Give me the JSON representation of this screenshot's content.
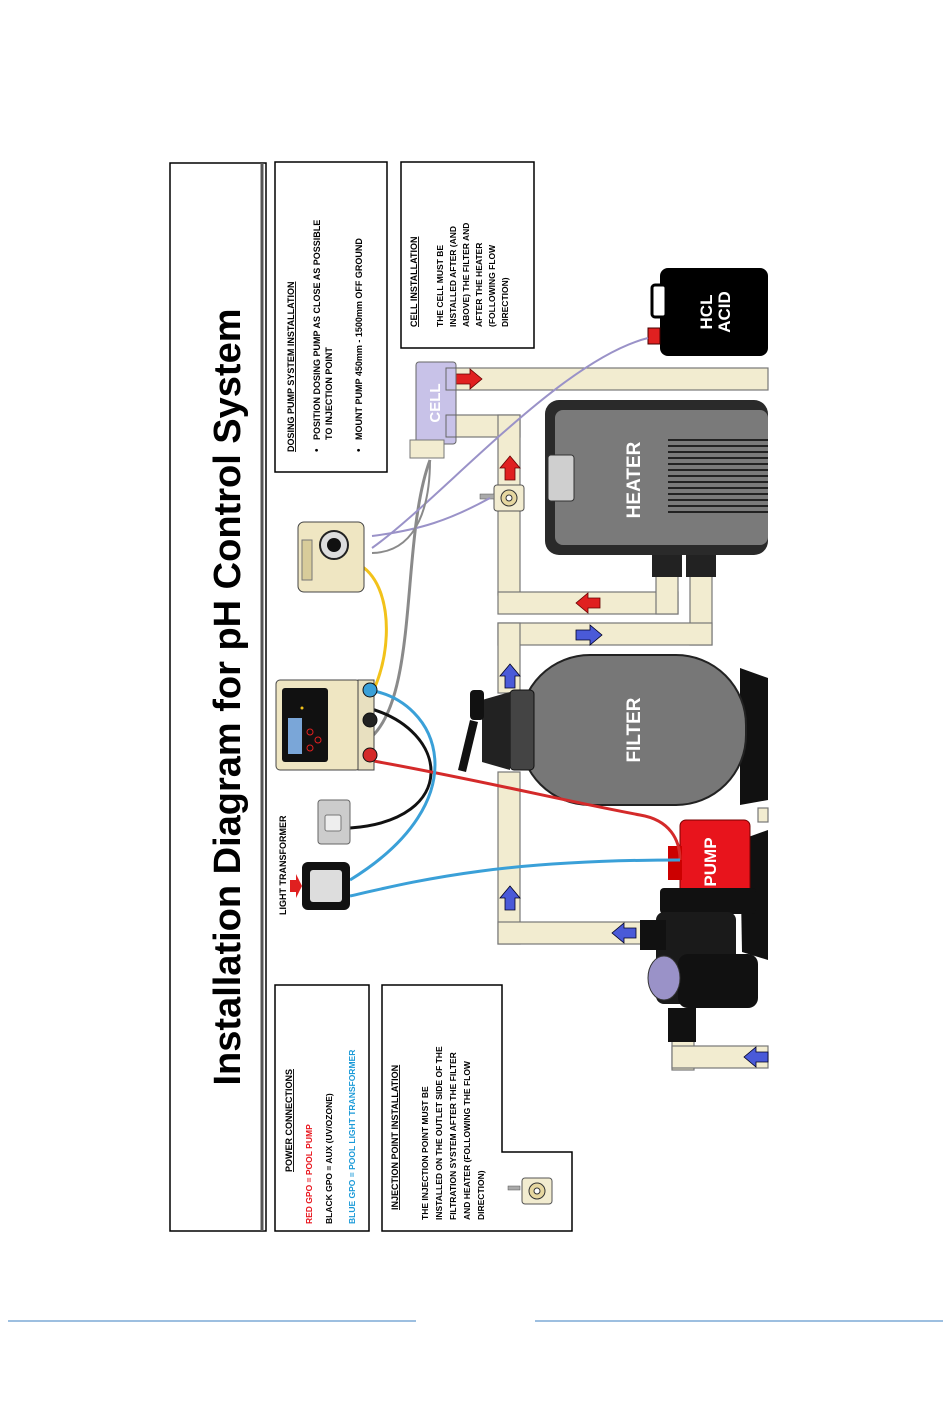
{
  "title": "Installation Diagram for pH Control System",
  "dosing_box": {
    "heading": "DOSING PUMP SYSTEM INSTALLATION",
    "bullet1_line1": "POSITION DOSING PUMP AS CLOSE AS POSSIBLE",
    "bullet1_line2": "TO INJECTION POINT",
    "bullet2": "MOUNT PUMP 450mm - 1500mm OFF GROUND"
  },
  "cell_box": {
    "heading": "CELL INSTALLATION",
    "lines": [
      "THE CELL MUST BE",
      "INSTALLED AFTER (AND",
      "ABOVE) THE FILTER AND",
      "AFTER THE HEATER",
      "(FOLLOWING FLOW",
      "DIRECTION)"
    ]
  },
  "power_box": {
    "heading": "POWER CONNECTIONS",
    "red": "RED GPO = POOL PUMP",
    "black": "BLACK GPO = AUX (UV/OZONE)",
    "blue": "BLUE GPO = POOL LIGHT TRANSFORMER"
  },
  "injection_box": {
    "heading": "INJECTION POINT INSTALLATION",
    "lines": [
      "THE INJECTION POINT MUST BE",
      "INSTALLED ON THE OUTLET SIDE OF THE",
      "FILTRATION SYSTEM AFTER THE FILTER",
      "AND HEATER (FOLLOWING THE FLOW",
      "DIRECTION)"
    ]
  },
  "labels": {
    "light_transformer": "LIGHT TRANSFORMER",
    "hcl_line1": "HCL",
    "hcl_line2": "ACID",
    "cell": "CELL",
    "heater": "HEATER",
    "filter": "FILTER",
    "pump": "PUMP"
  },
  "colors": {
    "pipe": "#f2ecd0",
    "arrow_red": "#e02020",
    "arrow_blue": "#4a5ad8",
    "wire_red": "#d42a2a",
    "wire_blue": "#3aa0d8",
    "wire_yellow": "#f2c21a",
    "cell": "#c8c2e8",
    "pump_red": "#e8141c",
    "legend_red": "#e8141c",
    "legend_blue": "#1a9ad8",
    "footer_line": "#9dbfe0"
  }
}
